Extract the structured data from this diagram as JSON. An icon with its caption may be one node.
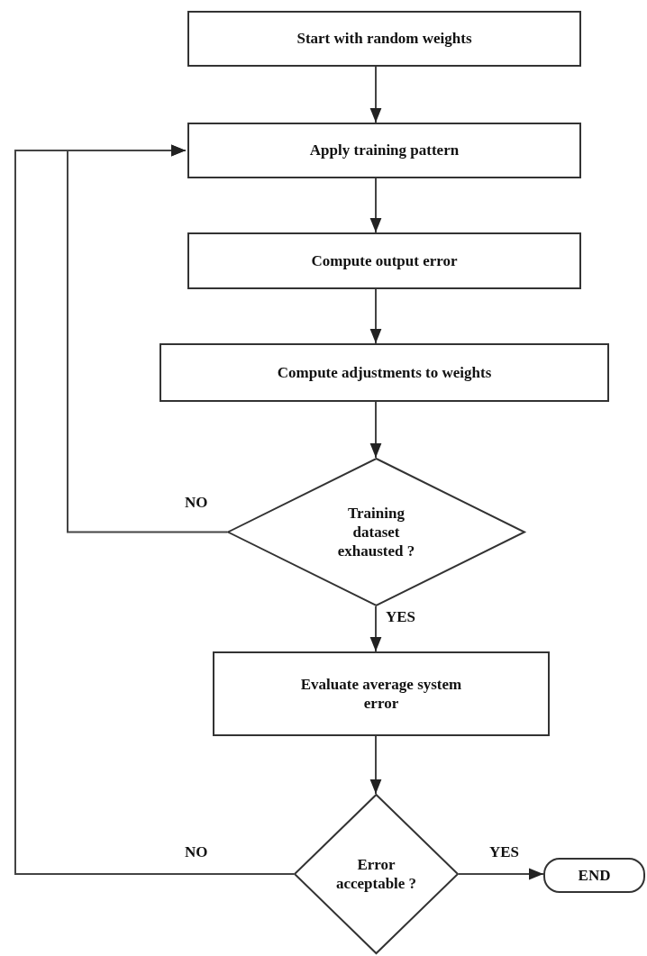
{
  "diagram": {
    "nodes": [
      {
        "text": [
          "Start with random weights"
        ]
      },
      {
        "text": [
          "Apply training pattern"
        ]
      },
      {
        "text": [
          "Compute output error"
        ]
      },
      {
        "text": [
          "Compute adjustments to weights"
        ]
      },
      {
        "text": [
          "Training dataset exhausted ?"
        ]
      },
      {
        "text": [
          "Evaluate average system error"
        ]
      },
      {
        "text": [
          "Error acceptable ?"
        ]
      },
      {
        "text": [
          "END"
        ]
      }
    ],
    "edges": [
      {
        "from": 0,
        "to": 1,
        "arrow": "to"
      },
      {
        "from": 1,
        "to": 2,
        "arrow": "to"
      },
      {
        "from": 2,
        "to": 3,
        "arrow": "to"
      },
      {
        "from": 3,
        "to": 4,
        "arrow": "to"
      },
      {
        "from": 4,
        "to": 1,
        "arrow": "to",
        "label": "NO"
      },
      {
        "from": 4,
        "to": 5,
        "arrow": "to",
        "label": "YES"
      },
      {
        "from": 5,
        "to": 6,
        "arrow": "to"
      },
      {
        "from": 6,
        "to": 1,
        "arrow": "to",
        "label": "NO"
      },
      {
        "from": 6,
        "to": 7,
        "arrow": "to",
        "label": "YES"
      }
    ]
  }
}
